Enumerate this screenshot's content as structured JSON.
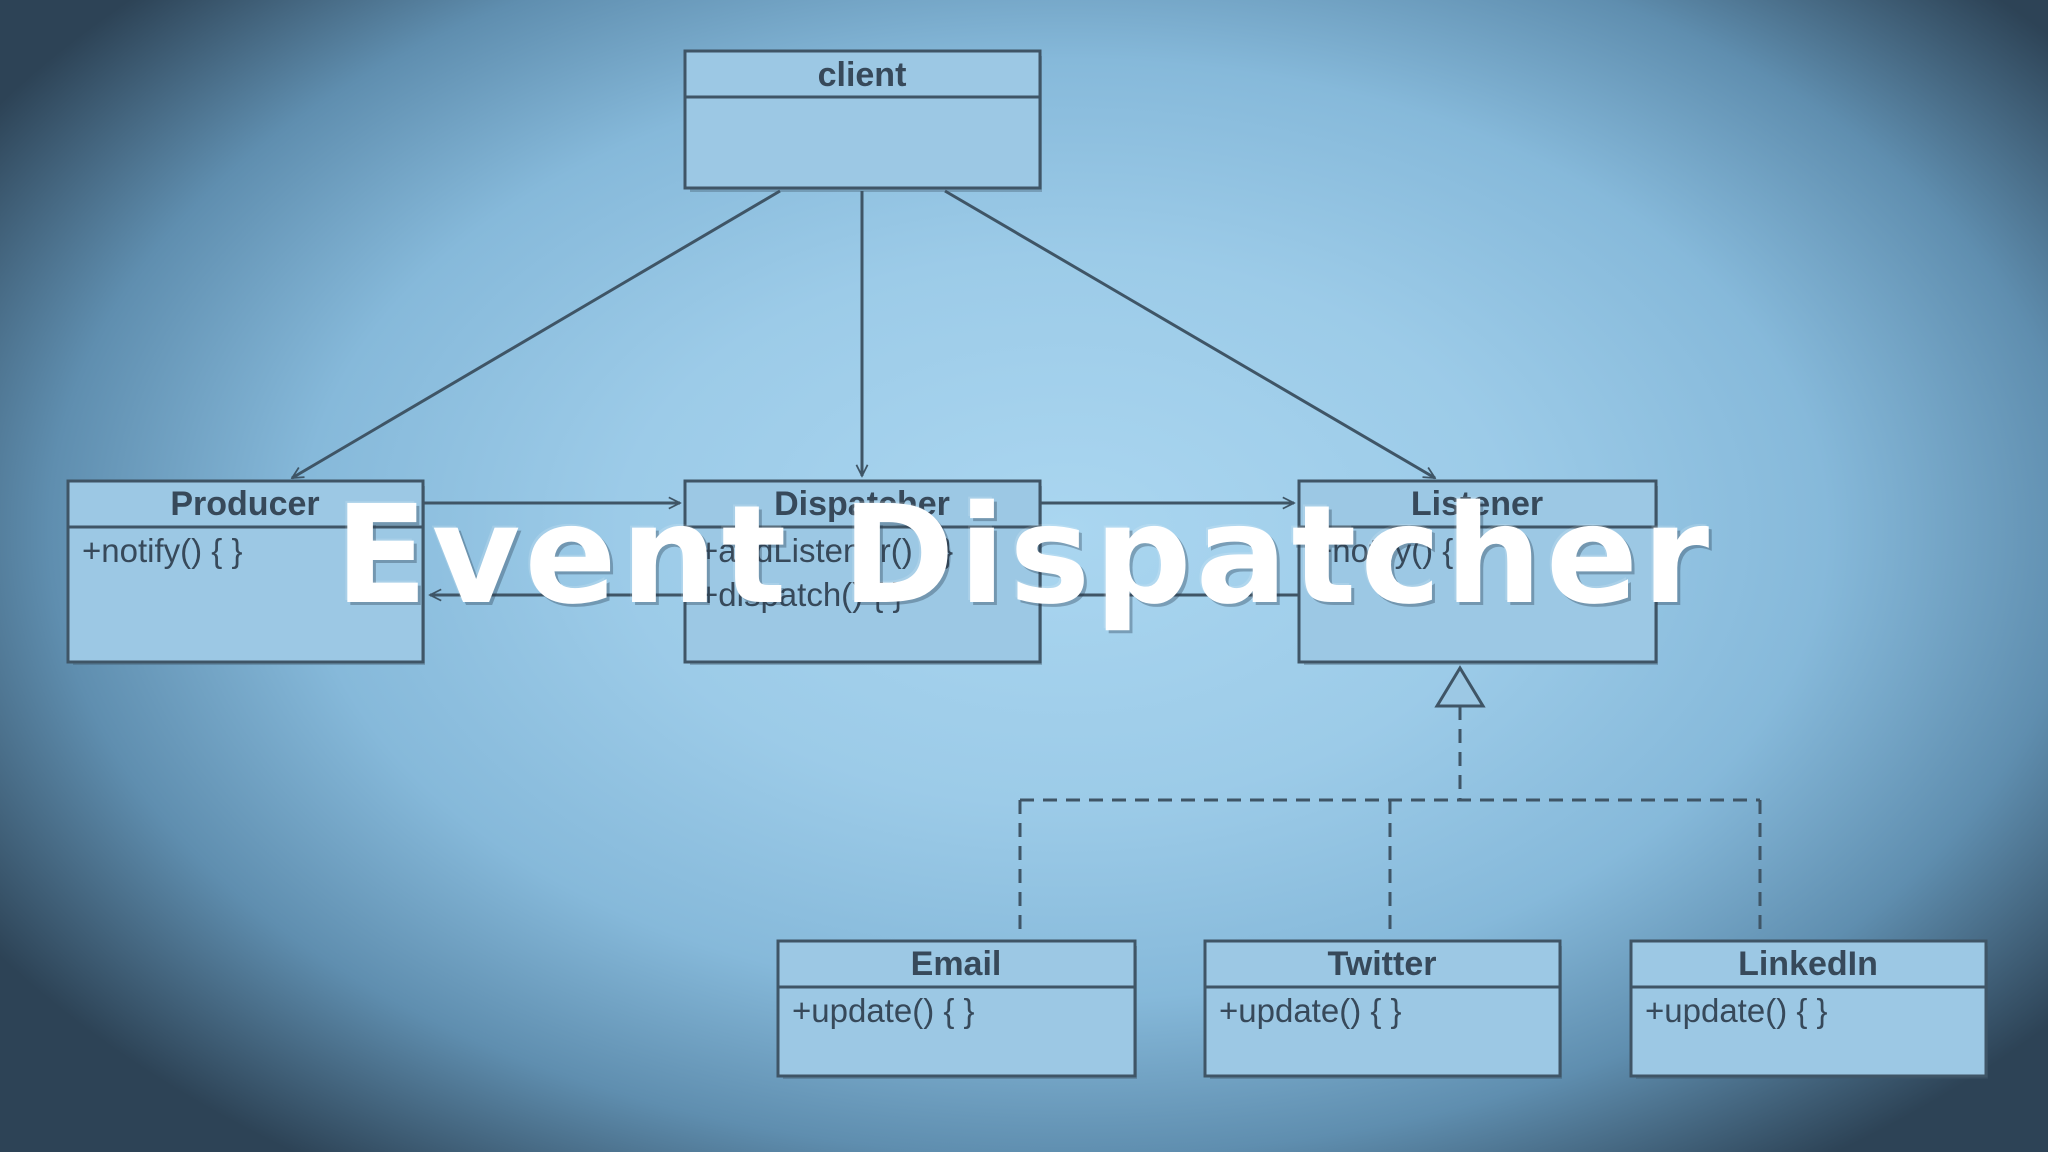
{
  "headline": "Event Dispatcher",
  "colors": {
    "background_center": "#aad6f0",
    "background_edge": "#2d4356",
    "box_fill": "#9cc8e4",
    "line": "#3f5566",
    "text": "#37495a",
    "headline": "#ffffff"
  },
  "diagram": {
    "classes": {
      "client": {
        "name": "client",
        "members": []
      },
      "producer": {
        "name": "Producer",
        "members": [
          "+notify() {  }"
        ]
      },
      "dispatcher": {
        "name": "Dispatcher",
        "members": [
          "+addListener() {  }",
          "+dispatch() {  }"
        ]
      },
      "listener": {
        "name": "Listener",
        "members": [
          "+notify() {  }"
        ]
      },
      "email": {
        "name": "Email",
        "members": [
          "+update() {  }"
        ]
      },
      "twitter": {
        "name": "Twitter",
        "members": [
          "+update() {  }"
        ]
      },
      "linkedin": {
        "name": "LinkedIn",
        "members": [
          "+update() {  }"
        ]
      }
    },
    "edges": [
      {
        "from": "client",
        "to": "producer",
        "kind": "association"
      },
      {
        "from": "client",
        "to": "dispatcher",
        "kind": "association"
      },
      {
        "from": "client",
        "to": "listener",
        "kind": "association"
      },
      {
        "from": "producer",
        "to": "dispatcher",
        "kind": "association"
      },
      {
        "from": "dispatcher",
        "to": "listener",
        "kind": "association"
      },
      {
        "from": "listener",
        "to": "producer",
        "kind": "association"
      },
      {
        "from": "email",
        "to": "listener",
        "kind": "realization"
      },
      {
        "from": "twitter",
        "to": "listener",
        "kind": "realization"
      },
      {
        "from": "linkedin",
        "to": "listener",
        "kind": "realization"
      }
    ]
  }
}
